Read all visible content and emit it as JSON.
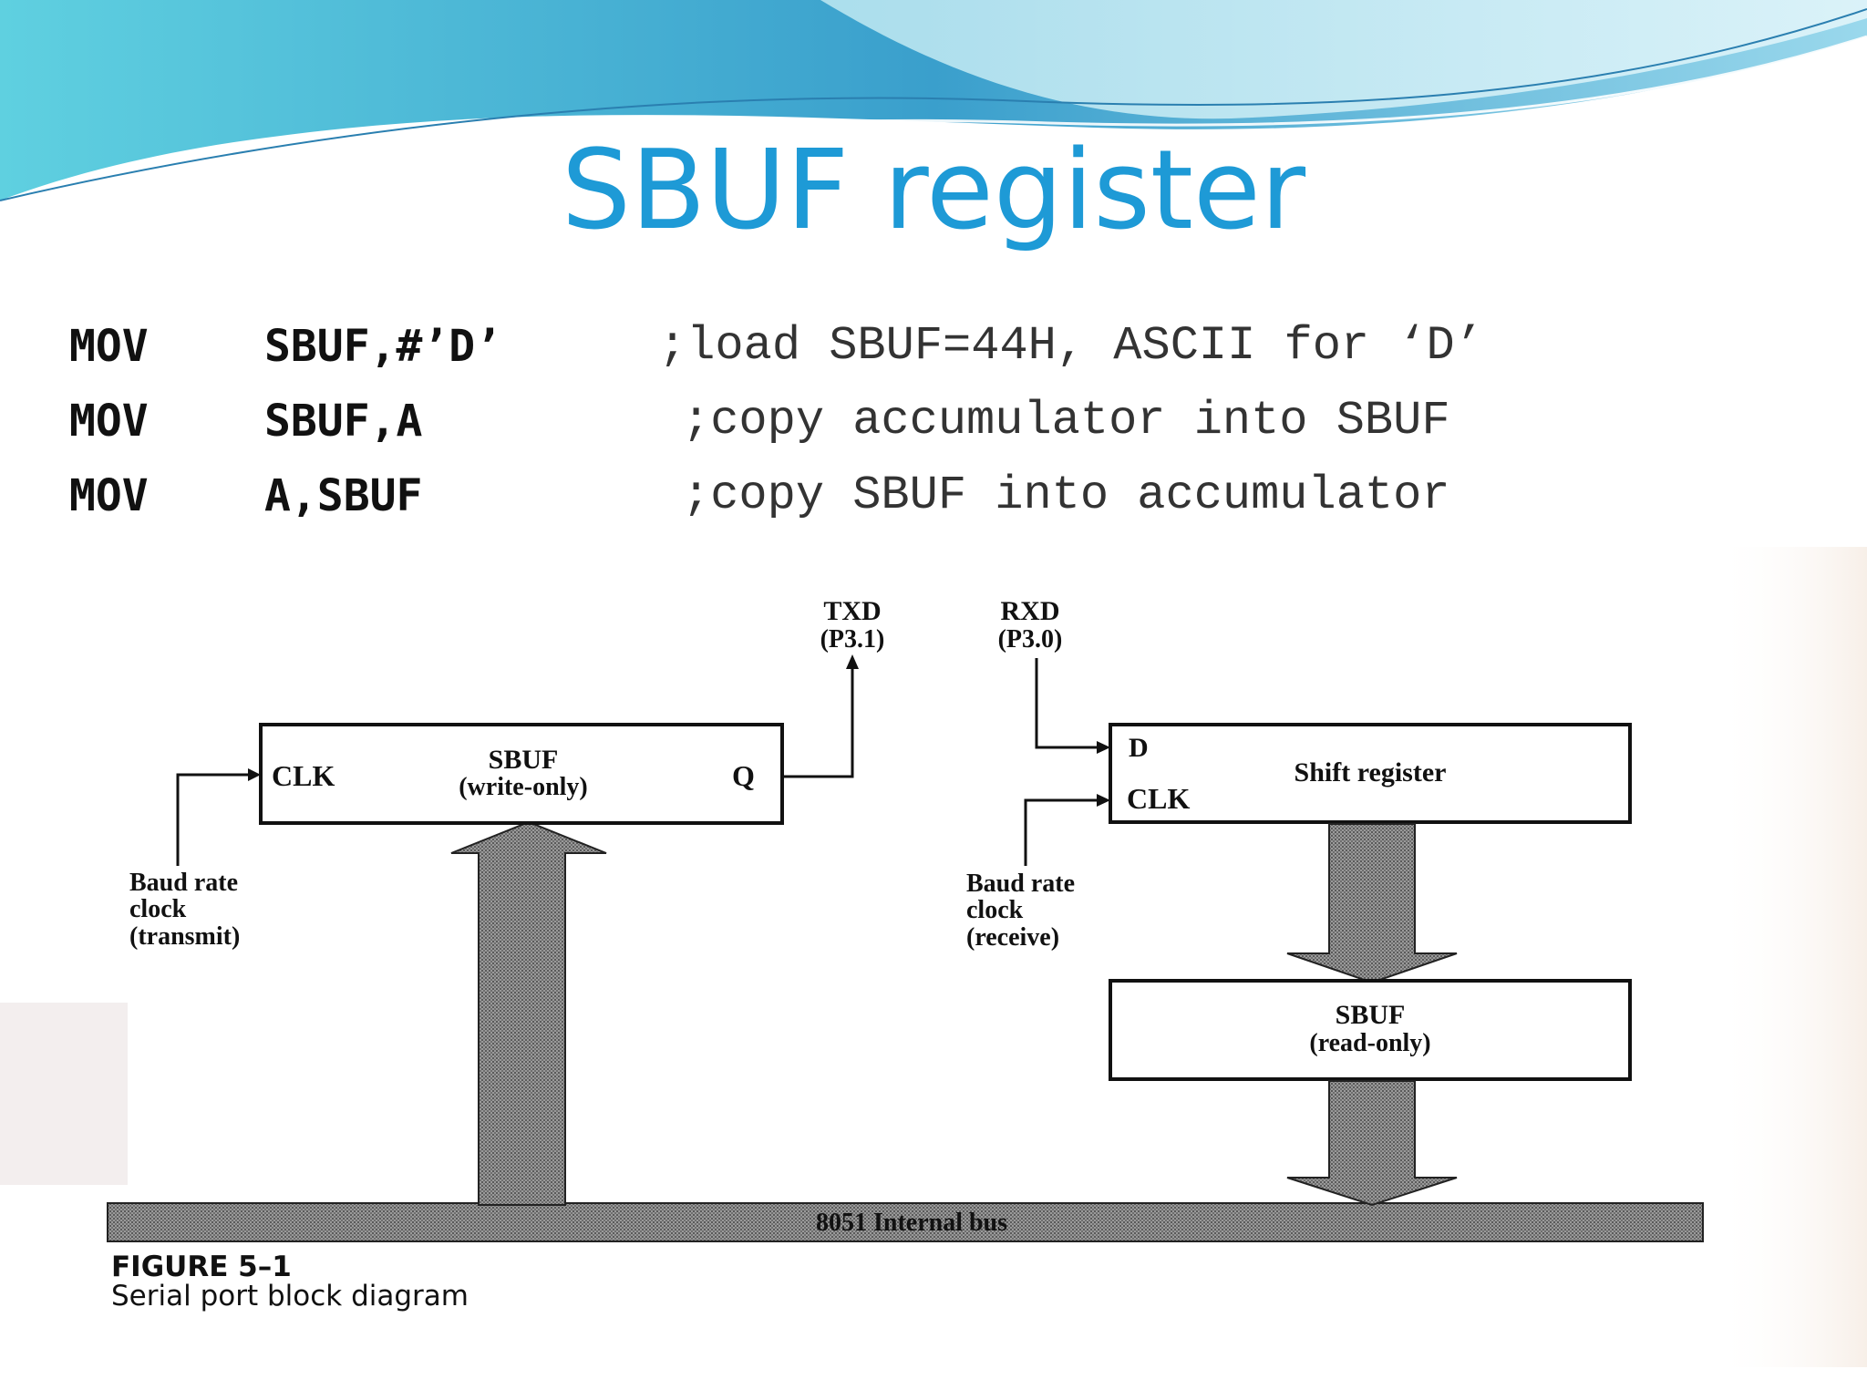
{
  "slide": {
    "title": "SBUF register",
    "colors": {
      "title": "#1e9ad6",
      "wave_dark": "#4fb8d9",
      "wave_light": "#bfe9f2"
    }
  },
  "code": [
    {
      "mnemonic": "MOV",
      "operands": "SBUF,#’D’",
      "comment": ";load SBUF=44H, ASCII for ‘D’"
    },
    {
      "mnemonic": "MOV",
      "operands": "SBUF,A",
      "comment": ";copy accumulator into SBUF"
    },
    {
      "mnemonic": "MOV",
      "operands": "A,SBUF",
      "comment": ";copy SBUF into accumulator"
    }
  ],
  "diagram": {
    "txd": {
      "name": "TXD",
      "pin": "(P3.1)"
    },
    "rxd": {
      "name": "RXD",
      "pin": "(P3.0)"
    },
    "sbuf_tx": {
      "clk": "CLK",
      "name": "SBUF",
      "mode": "(write-only)",
      "q": "Q"
    },
    "shift_reg": {
      "d": "D",
      "clk": "CLK",
      "name": "Shift register"
    },
    "baud_tx": [
      "Baud rate",
      "clock",
      "(transmit)"
    ],
    "baud_rx": [
      "Baud rate",
      "clock",
      "(receive)"
    ],
    "sbuf_rx": {
      "name": "SBUF",
      "mode": "(read-only)"
    },
    "bus_label": "8051 Internal bus"
  },
  "caption": {
    "figure": "FIGURE 5–1",
    "text": "Serial port block diagram"
  }
}
